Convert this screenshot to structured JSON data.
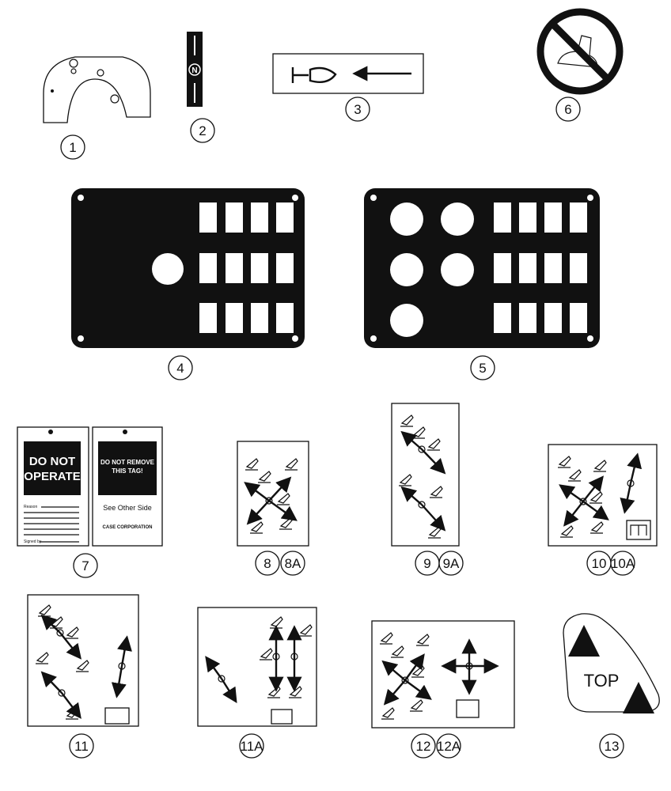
{
  "callouts": {
    "c1": "1",
    "c2": "2",
    "c3": "3",
    "c4": "4",
    "c5": "5",
    "c6": "6",
    "c7": "7",
    "c8": "8",
    "c8a": "8A",
    "c9": "9",
    "c9a": "9A",
    "c10": "10",
    "c10a": "10A",
    "c11": "11",
    "c11a": "11A",
    "c12": "12",
    "c12a": "12A",
    "c13": "13"
  },
  "decal2": {
    "letter": "N"
  },
  "tag_front": {
    "title_line1": "DO NOT",
    "title_line2": "OPERATE",
    "reason": "Reason",
    "signed": "Signed by"
  },
  "tag_back": {
    "title_line1": "DO NOT REMOVE",
    "title_line2": "THIS TAG!",
    "see_other": "See Other Side",
    "company": "CASE CORPORATION"
  },
  "decal13": {
    "text": "TOP"
  },
  "colors": {
    "ink": "#111111",
    "paper": "#ffffff"
  }
}
